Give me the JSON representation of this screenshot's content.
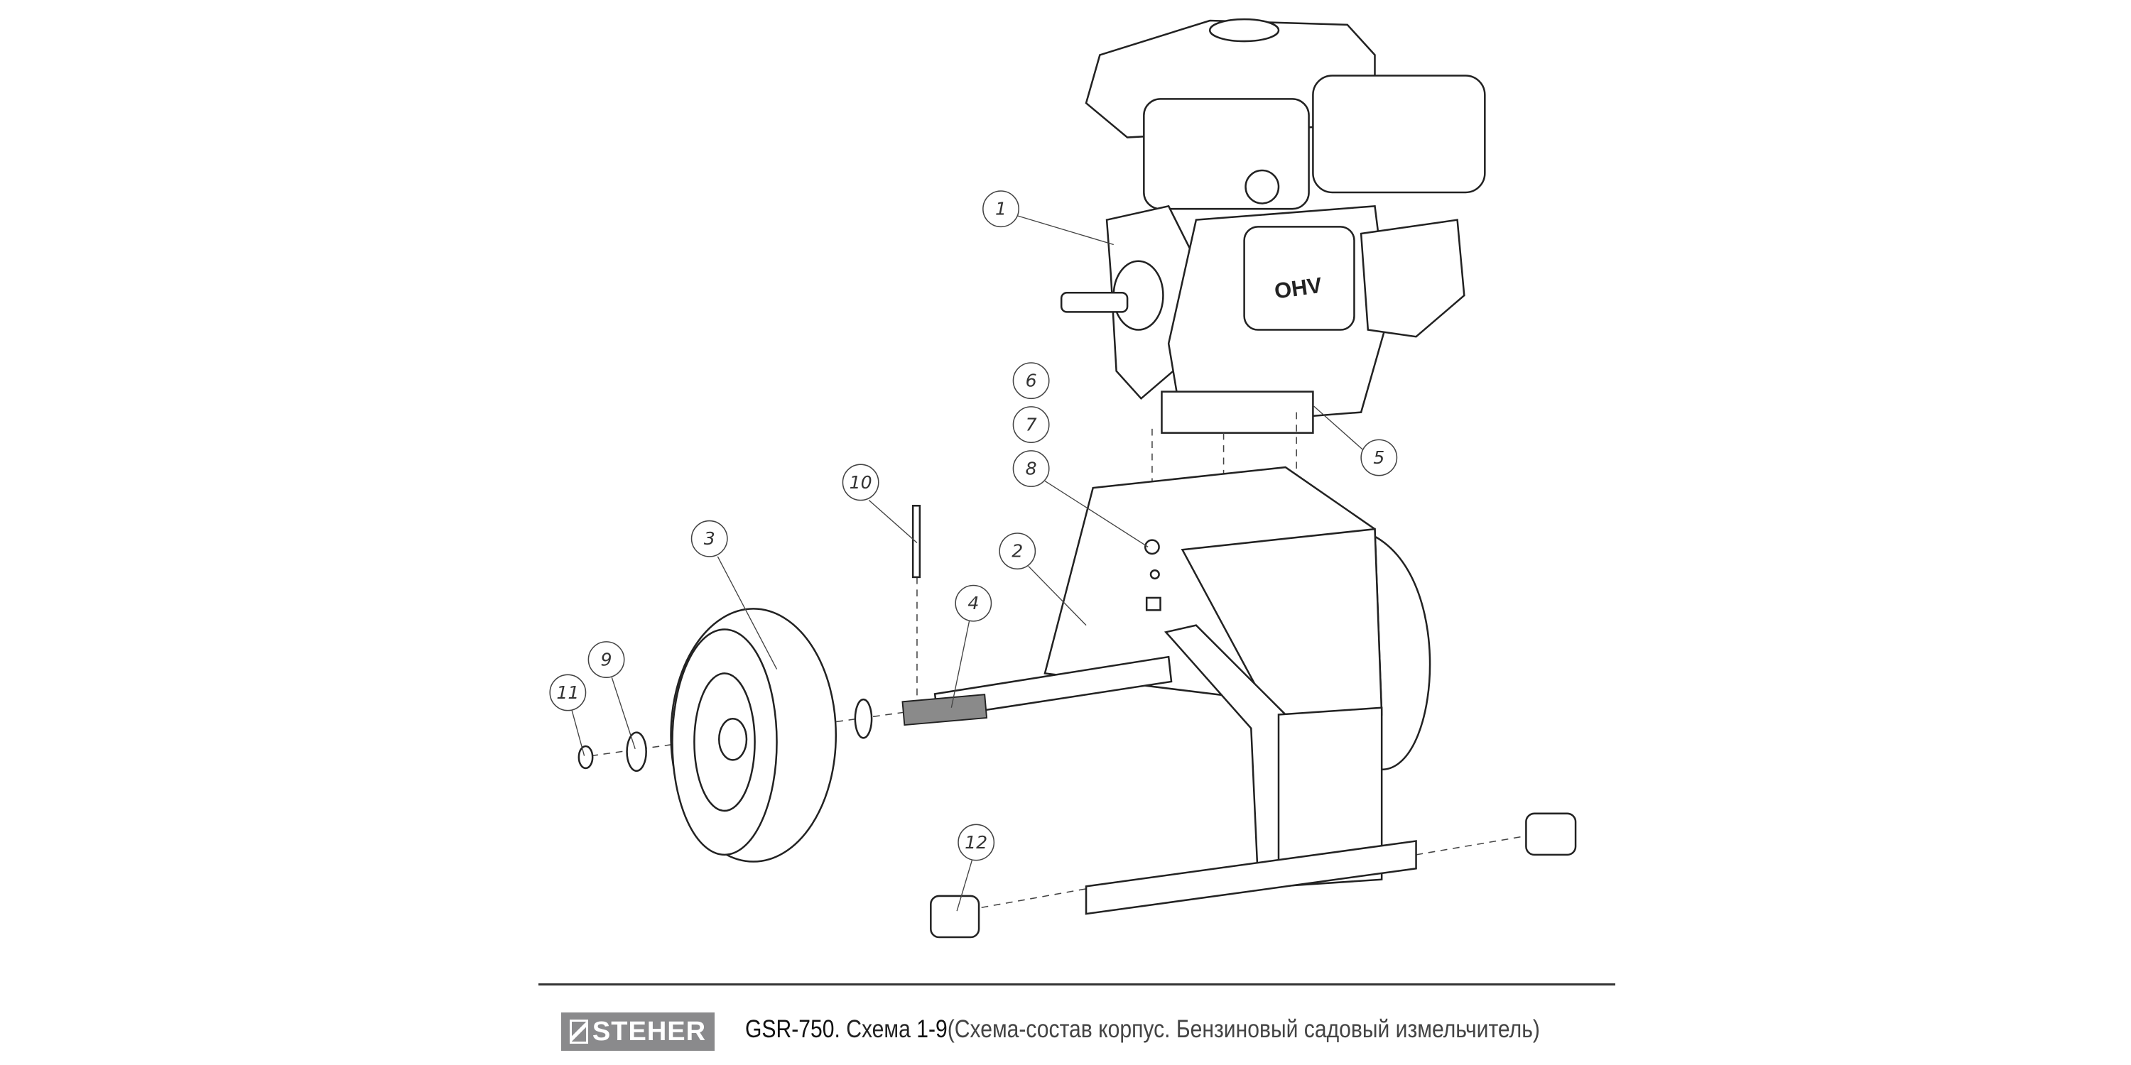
{
  "diagram": {
    "callouts": [
      "1",
      "2",
      "3",
      "4",
      "5",
      "6",
      "7",
      "8",
      "9",
      "10",
      "11",
      "12"
    ],
    "engine_label": "OHV"
  },
  "footer": {
    "brand": "STEHER",
    "model": "GSR-750.",
    "scheme_word": "Схема",
    "scheme_number": "1-9",
    "description": "(Схема-состав корпус. Бензиновый садовый измельчитель)"
  }
}
